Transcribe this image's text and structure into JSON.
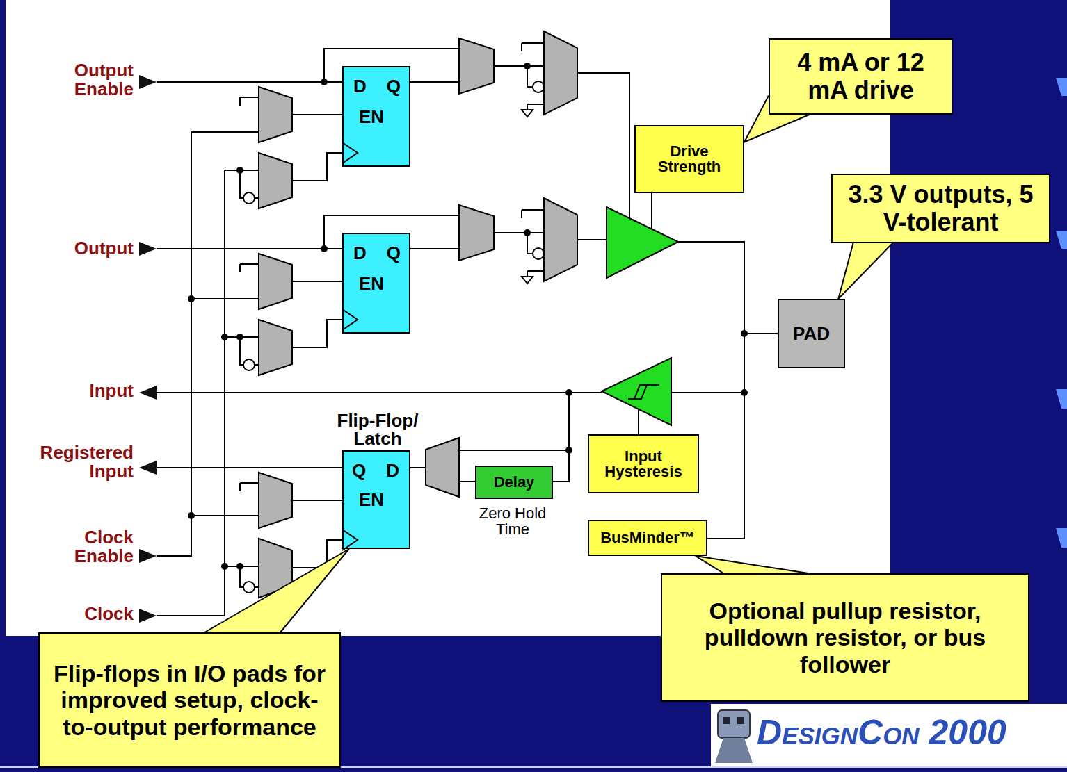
{
  "diagram": {
    "nodes": [
      {
        "text": [
          "D",
          "Q",
          "EN"
        ]
      },
      {
        "text": [
          "4 mA or 12 mA drive"
        ]
      },
      {
        "text": [
          "Drive Strength"
        ]
      },
      {
        "text": [
          "D",
          "Q",
          "EN"
        ]
      },
      {
        "text": [
          "3.3 V outputs, 5 V-tolerant"
        ]
      },
      {
        "text": [
          "PAD"
        ]
      },
      {
        "text": [
          "Flip-Flop/ Latch",
          "Q",
          "D",
          "EN"
        ]
      },
      {
        "text": [
          "Delay"
        ]
      },
      {
        "text": [
          "Input Hysteresis"
        ]
      },
      {
        "text": [
          "BusMinder™"
        ]
      },
      {
        "text": [
          "Optional pullup resistor, pulldown resistor, or bus follower"
        ]
      },
      {
        "text": [
          "Flip-flops in I/O pads for improved setup, clock-to-output performance"
        ]
      }
    ],
    "edges": [
      {
        "from": 1,
        "to": 2,
        "arrow": "none"
      },
      {
        "from": 4,
        "to": 5,
        "arrow": "none"
      },
      {
        "from": 10,
        "to": 9,
        "arrow": "none"
      },
      {
        "from": 11,
        "to": 6,
        "arrow": "none"
      }
    ],
    "labels": [
      "Output Enable",
      "Output",
      "Input",
      "Registered Input",
      "Clock Enable",
      "Clock",
      "Zero Hold Time",
      "DesignCon 2000"
    ]
  }
}
